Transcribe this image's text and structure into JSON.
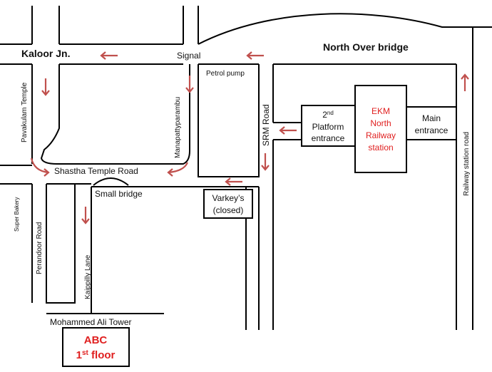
{
  "labels": {
    "kaloor": "Kaloor Jn.",
    "signal": "Signal",
    "north_over_bridge": "North Over bridge",
    "petrol_pump": "Petrol pump",
    "pavakulam": "Pavakulam Temple",
    "manapattyparambu": "Manapattyparambu",
    "srm_road": "SRM Road",
    "railway_station_road": "Railway station road",
    "shastha_temple_road": "Shastha Temple Road",
    "small_bridge": "Small bridge",
    "super_bakery": "Super Bakery",
    "perandoor_road": "Perandoor Road",
    "kaippilly_lane": "Kaippilly Lane",
    "mohammed_ali_tower": "Mohammed Ali Tower"
  },
  "boxes": {
    "platform2": {
      "line1_num": "2",
      "line1_sup": "nd",
      "line2": "Platform",
      "line3": "entrance"
    },
    "station": {
      "line1": "EKM",
      "line2": "North",
      "line3": "Railway",
      "line4": "station"
    },
    "main_entrance": {
      "line1": "Main",
      "line2": "entrance"
    },
    "varkeys": {
      "line1": "Varkey’s",
      "line2": "(closed)"
    },
    "abc": {
      "line1": "ABC",
      "line2_num": "1",
      "line2_sup": "st",
      "line2_rest": " floor"
    }
  },
  "colors": {
    "accent": "#e02020",
    "arrow": "#c0504d",
    "line": "#000000"
  }
}
